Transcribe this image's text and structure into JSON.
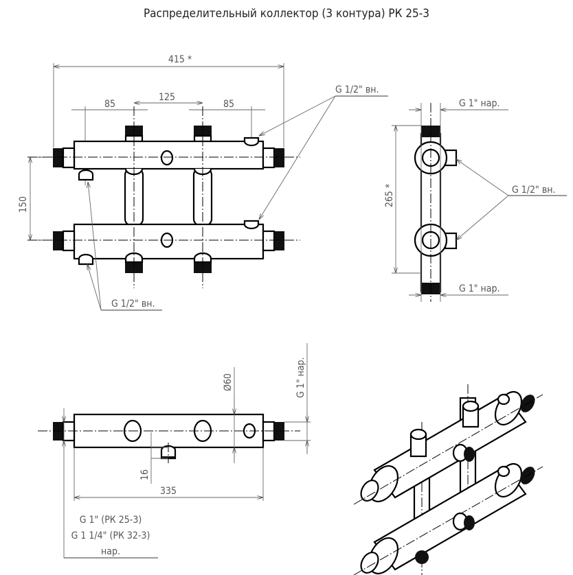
{
  "title": "Распределительный коллектор (3 контура) РК 25-3",
  "front_view": {
    "dim_overall": "415 *",
    "dim_left": "85",
    "dim_center": "125",
    "dim_right": "85",
    "dim_height": "150",
    "label_top_ports": "G 1/2\" вн.",
    "label_bottom_ports": "G 1/2\" вн."
  },
  "side_view": {
    "label_top_thread": "G 1\" нар.",
    "label_bottom_thread": "G 1\" нар.",
    "dim_height": "265 *",
    "label_ports": "G 1/2\" вн."
  },
  "bottom_view": {
    "dim_diameter": "Ø60",
    "label_thread": "G 1\" нар.",
    "dim_port": "16",
    "dim_length": "335",
    "note_line1": "G 1\" (РК 25-3)",
    "note_line2": "G 1 1/4\" (РК 32-3)",
    "note_line3": "нар."
  },
  "colors": {
    "line": "#000000",
    "dimension": "#666666"
  }
}
